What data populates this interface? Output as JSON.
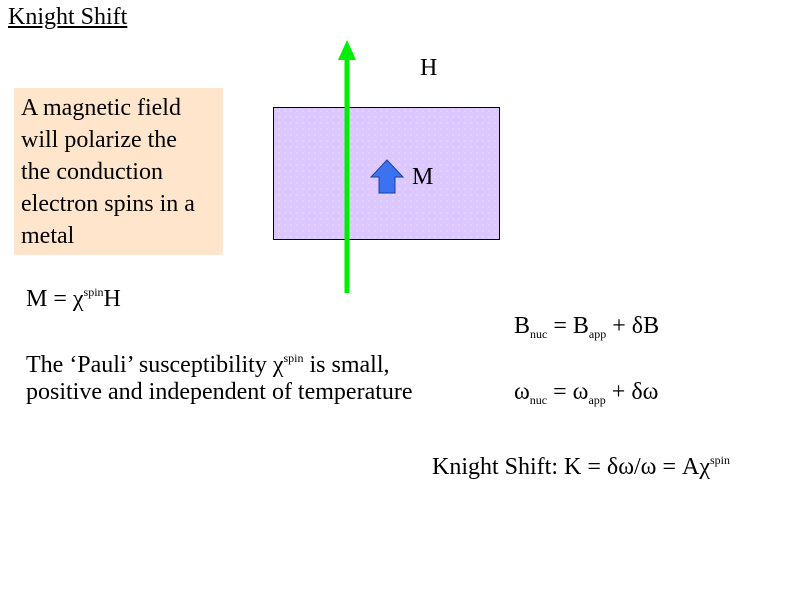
{
  "title": "Knight Shift",
  "callout": {
    "lines": [
      "A magnetic field",
      "will polarize the",
      "the conduction",
      "electron spins in a",
      "metal"
    ]
  },
  "diagram": {
    "field_label": "H",
    "magnetization_label": "M"
  },
  "colors": {
    "callout_bg": "#ffe5cc",
    "sample_fill": "#dcc8ff",
    "field_arrow": "#00ee00",
    "moment_arrow": "#3a72f0"
  },
  "eq_m": {
    "lhs": "M = χ",
    "sup": "spin",
    "rhs": "H"
  },
  "pauli": {
    "part1": "The ‘Pauli’ susceptibility χ",
    "sup": "spin",
    "part2": " is small,",
    "line2": "positive and independent of temperature"
  },
  "eq_b": {
    "a": "B",
    "a_sub": "nuc",
    "b": " = B",
    "b_sub": "app",
    "c": " + δB"
  },
  "eq_w": {
    "a": "ω",
    "a_sub": "nuc",
    "b": " = ω",
    "b_sub": "app",
    "c": " + δω"
  },
  "knight": {
    "text": "Knight Shift: K = δω/ω = Aχ",
    "sup": "spin"
  }
}
